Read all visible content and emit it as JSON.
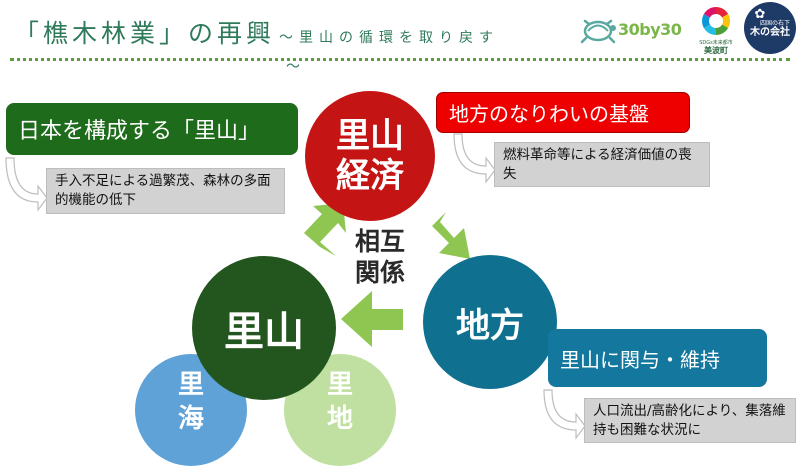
{
  "header": {
    "title": "「樵木林業」の再興",
    "subtitle": "～里山の循環を取り戻す",
    "title_continuation": "～",
    "logo_3030": "30by30",
    "logo_town_caption": "SDGs未来都市",
    "logo_town": "美波町",
    "logo_company_line1": "四国の右下",
    "logo_company_line2": "木の会社",
    "flower_glyph": "✿"
  },
  "circles": {
    "keizai": "里山\n経済",
    "satoyama": "里山",
    "chiho": "地方",
    "umi": "里\n海",
    "chi": "里\n地"
  },
  "center_label": "相互\n関係",
  "boxes": {
    "green_title": "日本を構成する「里山」",
    "green_note": "手入不足による過繁茂、森林の多面的機能の低下",
    "red_title": "地方のなりわいの基盤",
    "red_note": "燃料革命等による経済価値の喪失",
    "blue_title": "里山に関与・維持",
    "blue_note": "人口流出/高齢化により、集落維持も困難な状況に"
  },
  "colors": {
    "title_green": "#2f7a5a",
    "keizai_red": "#c41514",
    "satoyama_green": "#23561f",
    "chiho_blue": "#10708f",
    "umi_blue": "#5fa2d8",
    "chi_lightgreen": "#bfe0a0",
    "arrow_green": "#8ec651",
    "note_gray": "#d2d2d2"
  }
}
